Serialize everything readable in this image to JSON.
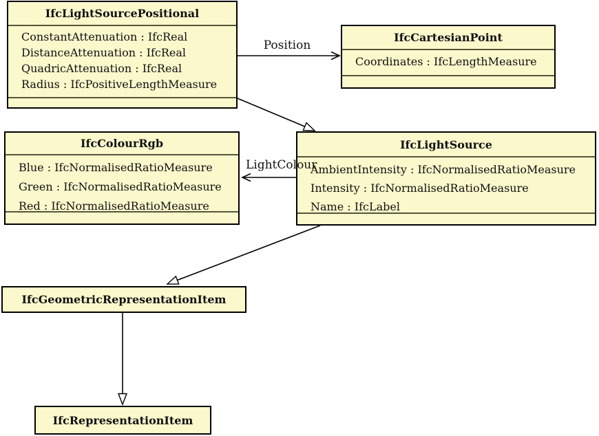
{
  "diagram_type": "uml-class-diagram",
  "classes": {
    "lightSourcePositional": {
      "name": "IfcLightSourcePositional",
      "attributes": [
        "ConstantAttenuation : IfcReal",
        "DistanceAttenuation : IfcReal",
        "QuadricAttenuation : IfcReal",
        "Radius : IfcPositiveLengthMeasure"
      ]
    },
    "cartesianPoint": {
      "name": "IfcCartesianPoint",
      "attributes": [
        "Coordinates : IfcLengthMeasure"
      ]
    },
    "colourRgb": {
      "name": "IfcColourRgb",
      "attributes": [
        "Blue : IfcNormalisedRatioMeasure",
        "Green : IfcNormalisedRatioMeasure",
        "Red : IfcNormalisedRatioMeasure"
      ]
    },
    "lightSource": {
      "name": "IfcLightSource",
      "attributes": [
        "AmbientIntensity : IfcNormalisedRatioMeasure",
        "Intensity : IfcNormalisedRatioMeasure",
        "Name : IfcLabel"
      ]
    },
    "geometricRepresentationItem": {
      "name": "IfcGeometricRepresentationItem",
      "attributes": []
    },
    "representationItem": {
      "name": "IfcRepresentationItem",
      "attributes": []
    }
  },
  "relations": {
    "position": {
      "label": "Position",
      "from": "IfcLightSourcePositional",
      "to": "IfcCartesianPoint",
      "type": "association"
    },
    "lightColour": {
      "label": "LightColour",
      "from": "IfcLightSource",
      "to": "IfcColourRgb",
      "type": "association"
    },
    "supertypeOfPositional": {
      "from": "IfcLightSourcePositional",
      "to": "IfcLightSource",
      "type": "inheritance"
    },
    "supertypeOfLightSource": {
      "from": "IfcLightSource",
      "to": "IfcGeometricRepresentationItem",
      "type": "inheritance"
    },
    "supertypeOfGeometricRepresentationItem": {
      "from": "IfcGeometricRepresentationItem",
      "to": "IfcRepresentationItem",
      "type": "inheritance"
    }
  },
  "colors": {
    "box_fill": "#FBF8CC",
    "box_border": "#000000",
    "compartment_divider": "#55553A",
    "edge_line": "#000000",
    "background": "#FFFFFF"
  }
}
